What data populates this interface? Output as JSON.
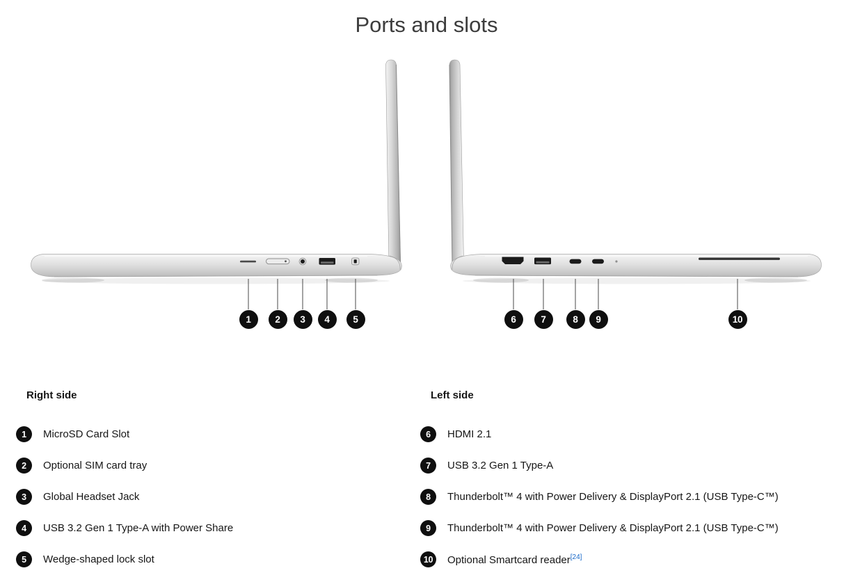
{
  "page": {
    "title": "Ports and slots"
  },
  "callouts": {
    "right": [
      "1",
      "2",
      "3",
      "4",
      "5"
    ],
    "left": [
      "6",
      "7",
      "8",
      "9",
      "10"
    ]
  },
  "diagram": {
    "right_side_ports": [
      "microsd-slot",
      "sim-card-tray",
      "headset-jack",
      "usb-a",
      "lock-slot"
    ],
    "left_side_ports": [
      "hdmi",
      "usb-a",
      "usb-c",
      "usb-c",
      "smartcard-reader"
    ]
  },
  "legend": {
    "right": {
      "heading": "Right side",
      "items": [
        {
          "num": "1",
          "label": "MicroSD Card Slot"
        },
        {
          "num": "2",
          "label": "Optional SIM card tray"
        },
        {
          "num": "3",
          "label": "Global Headset Jack"
        },
        {
          "num": "4",
          "label": "USB 3.2 Gen 1 Type-A with Power Share"
        },
        {
          "num": "5",
          "label": "Wedge-shaped lock slot"
        }
      ]
    },
    "left": {
      "heading": "Left side",
      "items": [
        {
          "num": "6",
          "label": "HDMI 2.1"
        },
        {
          "num": "7",
          "label": "USB 3.2 Gen 1 Type-A"
        },
        {
          "num": "8",
          "label": "Thunderbolt™ 4 with Power Delivery & DisplayPort 2.1 (USB Type-C™)"
        },
        {
          "num": "9",
          "label": "Thunderbolt™ 4 with Power Delivery & DisplayPort 2.1 (USB Type-C™)"
        },
        {
          "num": "10",
          "label": "Optional Smartcard reader",
          "sup": "[24]"
        }
      ]
    }
  }
}
